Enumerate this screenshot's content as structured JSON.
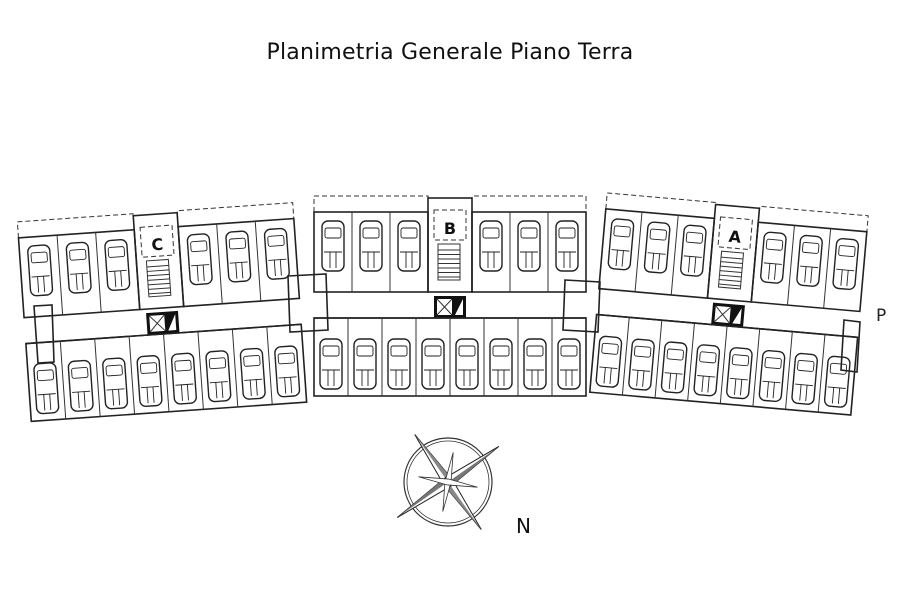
{
  "title": "Planimetria Generale Piano Terra",
  "compass": {
    "north_label": "N",
    "icon": "compass-rose-icon"
  },
  "stray_mark": "P",
  "wings": [
    {
      "id": "C",
      "label": "C",
      "top_spaces": 6,
      "bottom_spaces": 8,
      "rotation_deg": -4
    },
    {
      "id": "B",
      "label": "B",
      "top_spaces": 6,
      "bottom_spaces": 8,
      "rotation_deg": 0
    },
    {
      "id": "A",
      "label": "A",
      "top_spaces": 6,
      "bottom_spaces": 8,
      "rotation_deg": 5
    }
  ],
  "colors": {
    "line": "#222222",
    "background": "#ffffff"
  }
}
